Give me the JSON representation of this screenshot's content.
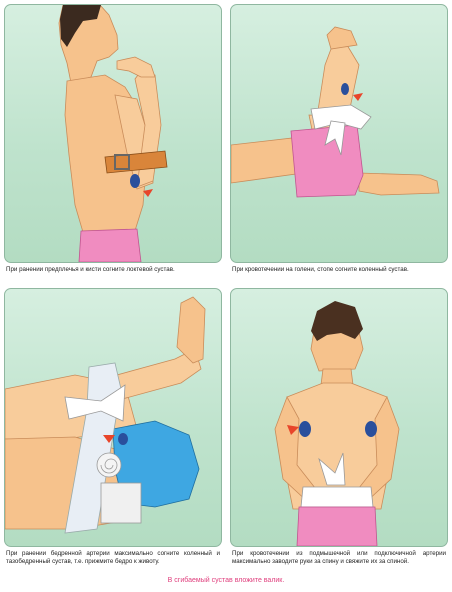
{
  "captions": {
    "panel1": "При ранении предплечья и кисти согните локтевой сустав.",
    "panel2": "При кровотечении на голени, стопе согните коленный сустав.",
    "panel3": "При ранении бедренной артерии максимально согните коленный и тазобедренный сустав, т.е. прижмите бедро к животу.",
    "panel4": "При кровотечении из подмышечной или подключичной артерии максимально заводите руки за спину и свяжите их за спиной."
  },
  "footer": "В сгибаемый сустав вложите валик.",
  "colors": {
    "panel_bg": "#c7e8d3",
    "skin": "#f6c28c",
    "wound": "#2a4f9c",
    "arrow": "#e8452a",
    "belt": "#d9853a",
    "shorts": "#f08cc0",
    "bandage": "#ffffff",
    "footer_text": "#e0407e"
  }
}
